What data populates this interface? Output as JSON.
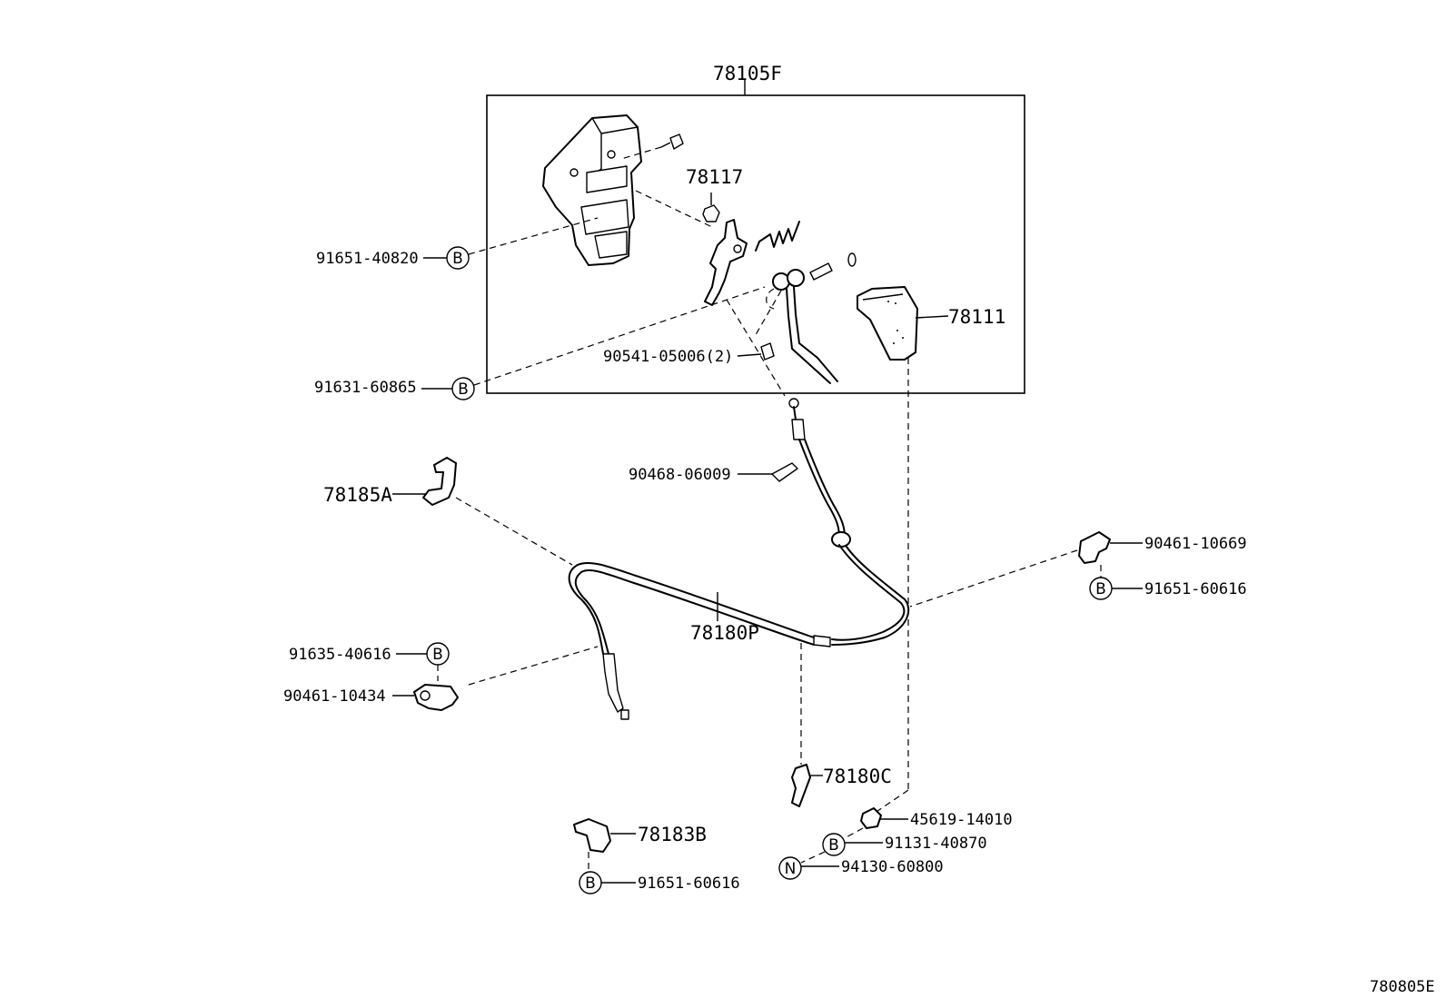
{
  "diagram_code": "780805E",
  "assembly_label": "78105F",
  "labels": {
    "p78117": "78117",
    "p78111": "78111",
    "p91651_40820": "91651-40820",
    "p91631_60865": "91631-60865",
    "p90541_05006": "90541-05006(2)",
    "p90468_06009": "90468-06009",
    "p78185A": "78185A",
    "p90461_10669": "90461-10669",
    "p91651_60616_r": "91651-60616",
    "p78180P": "78180P",
    "p91635_40616": "91635-40616",
    "p90461_10434": "90461-10434",
    "p78180C": "78180C",
    "p78183B": "78183B",
    "p91651_60616_l": "91651-60616",
    "p45619_14010": "45619-14010",
    "p91131_40870": "91131-40870",
    "p94130_60800": "94130-60800"
  },
  "badges": {
    "b1": "B",
    "b2": "B",
    "b3": "B",
    "b4": "B",
    "b5": "B",
    "b6": "B",
    "n1": "N"
  }
}
